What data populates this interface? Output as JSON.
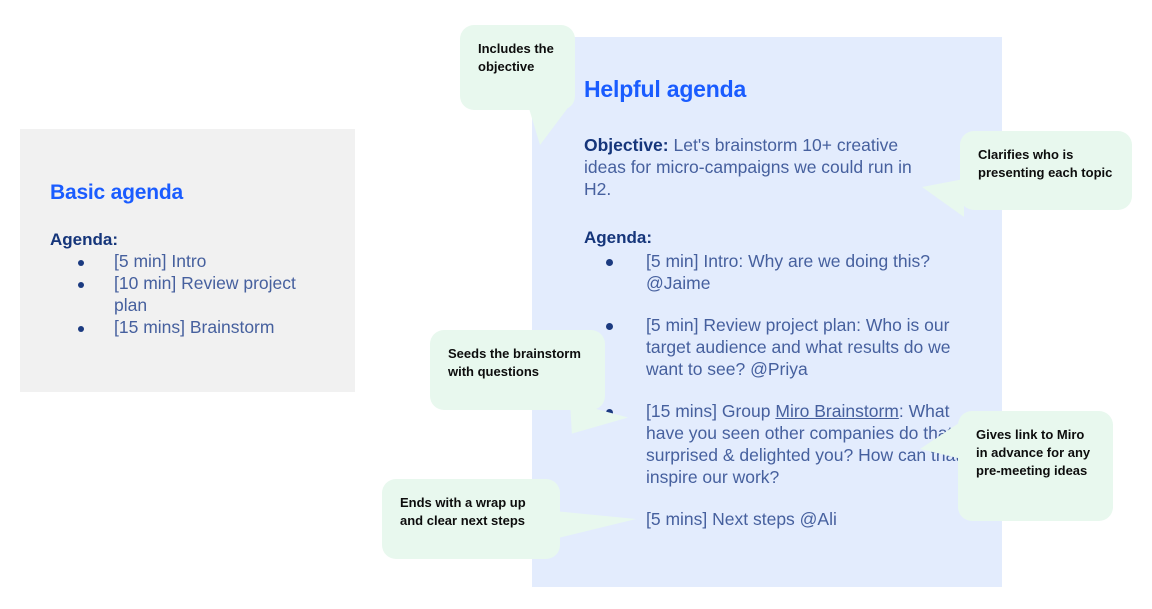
{
  "basic_card": {
    "title": "Basic agenda",
    "agenda_label": "Agenda:",
    "items": [
      "[5 min] Intro",
      "[10 min] Review project plan",
      "[15 mins] Brainstorm"
    ]
  },
  "helpful_panel": {
    "title": "Helpful agenda",
    "objective_label": "Objective:",
    "objective_text": " Let's brainstorm 10+ creative ideas for micro-campaigns we could run in H2.",
    "agenda_label": "Agenda:",
    "items": [
      {
        "text": "[5 min] Intro: Why are we doing this? @Jaime"
      },
      {
        "text": "[5 min] Review project plan: Who is our target audience and what results do we want to see? @Priya"
      },
      {
        "prefix": "[15 mins] Group ",
        "link": "Miro Brainstorm",
        "suffix": ": What have you seen other companies do that surprised & delighted you? How can that inspire our work?"
      },
      {
        "text": "[5 mins] Next steps @Ali"
      }
    ]
  },
  "callouts": {
    "objective": "Includes the objective",
    "presenter": "Clarifies who is presenting each topic",
    "seeds": "Seeds the brainstorm with questions",
    "wrap_up": "Ends with a wrap up and clear next steps",
    "miro_link": "Gives link to Miro in advance for any pre-meeting ideas"
  },
  "colors": {
    "accent_blue": "#1a5cff",
    "heading_navy": "#15357a",
    "body_slate": "#46609e",
    "panel_bg": "#e3ecfd",
    "card_bg": "#f1f1f1",
    "bubble_bg": "#e8f8ee",
    "bubble_text": "#0d0d0d"
  }
}
